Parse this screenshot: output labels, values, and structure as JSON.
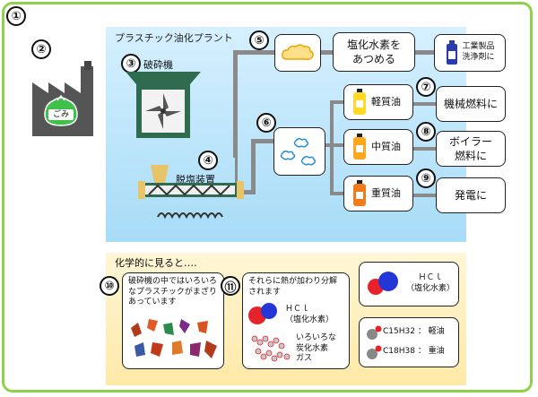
{
  "labels": {
    "n1": "①",
    "n2": "②",
    "n3": "③",
    "n4": "④",
    "n5": "⑤",
    "n6": "⑥",
    "n7": "⑦",
    "n8": "⑧",
    "n9": "⑨",
    "n10": "⑩",
    "n11": "⑪"
  },
  "factory": {
    "bag_text": "ごみ"
  },
  "plant": {
    "title": "プラスチック油化プラント",
    "crusher": "破砕機",
    "dechlorinator": "脱塩装置",
    "hcl_collect": "塩化水素を\nあつめる",
    "industrial": "工業製品\n洗浄剤に",
    "light_oil": "軽質油",
    "medium_oil": "中質油",
    "heavy_oil": "重質油",
    "machine_fuel": "機械燃料に",
    "boiler_fuel": "ボイラー\n燃料に",
    "power": "発電に"
  },
  "chem": {
    "title": "化学的に見ると‥‥",
    "box10": "破砕機の中ではいろいろなプラスチックがまざりあっています",
    "box11_heat": "それらに熱が加わり分解されます",
    "box11_hcl": "ＨＣｌ\n（塩化水素）",
    "box11_gas": "いろいろな\n炭化水素\nガス",
    "hcl": "ＨＣｌ\n（塩化水素）",
    "c15": "C15H32 ： 軽油",
    "c18": "C18H38 ： 重油"
  },
  "colors": {
    "frame": "#8fd14a",
    "plant_bg": "#bfe6fb",
    "chem_bg": "#ffefbb",
    "light_oil": "#ffd928",
    "medium_oil": "#ffa81e",
    "heavy_oil": "#f07b1a",
    "hydrogen": "#e8222a",
    "chlorine": "#2437d6"
  }
}
